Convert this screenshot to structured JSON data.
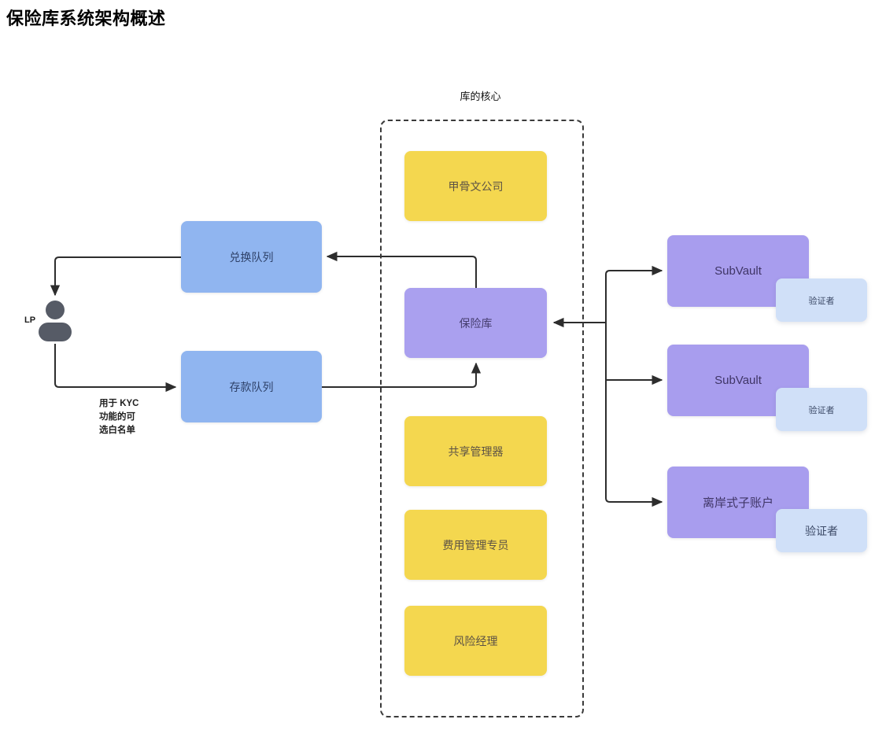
{
  "page": {
    "title": "保险库系统架构概述"
  },
  "core_group": {
    "label": "库的核心",
    "nodes": {
      "oracle": {
        "label": "甲骨文公司"
      },
      "vault": {
        "label": "保险库"
      },
      "share_manager": {
        "label": "共享管理器"
      },
      "fee_manager": {
        "label": "费用管理专员"
      },
      "risk_manager": {
        "label": "风险经理"
      }
    }
  },
  "left_flow": {
    "redemption_queue": {
      "label": "兑换队列"
    },
    "deposit_queue": {
      "label": "存款队列"
    },
    "lp": {
      "label": "LP"
    },
    "kyc_note": {
      "line1": "用于 KYC",
      "line2": "功能的可",
      "line3": "选白名单"
    }
  },
  "right_flow": {
    "subvault_1": {
      "label": "SubVault",
      "validator": "验证者"
    },
    "subvault_2": {
      "label": "SubVault",
      "validator": "验证者"
    },
    "offshore_subaccount": {
      "label": "离岸式子账户",
      "validator": "验证者"
    }
  },
  "colors": {
    "yellow_node": "#F4D74F",
    "blue_node": "#90B5F0",
    "purple_node": "#AAA0EF",
    "right_purple_node": "#A89DEE",
    "validator_node": "#D0E0F8",
    "person_icon": "#565B66",
    "edge": "#2D2D2D"
  }
}
